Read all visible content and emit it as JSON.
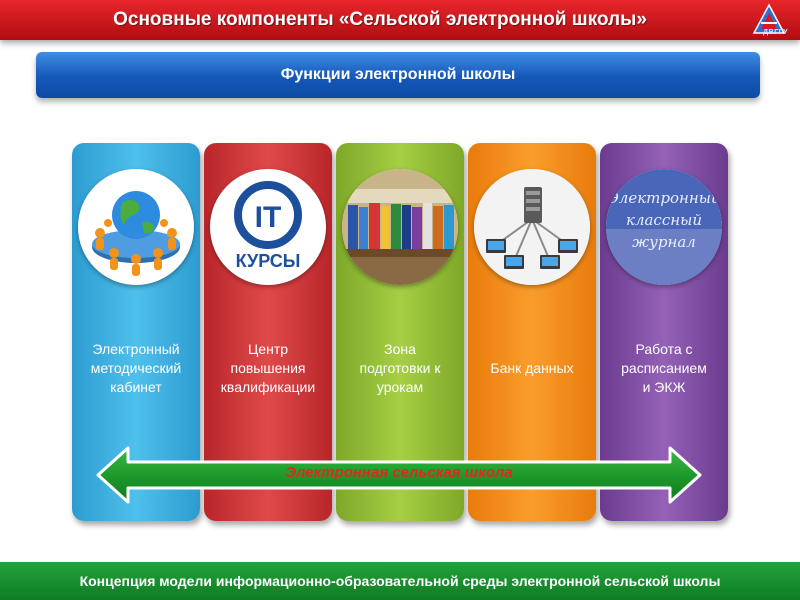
{
  "header": {
    "title": "Основные компоненты «Сельской электронной школы»",
    "logo_text": "ДВГГУ"
  },
  "subtitle": "Функции электронной школы",
  "cards": [
    {
      "label_lines": [
        "Электронный",
        "методический",
        "кабинет"
      ],
      "color": "#3bb0e0",
      "icon": "network-globe-icon"
    },
    {
      "label_lines": [
        "Центр",
        "повышения",
        "квалификации"
      ],
      "color": "#d43c3e",
      "icon": "it-courses-icon",
      "icon_text_top": "IT",
      "icon_text_bottom": "КУРСЫ"
    },
    {
      "label_lines": [
        "Зона",
        "подготовки к",
        "урокам"
      ],
      "color": "#93c23a",
      "icon": "bookshelf-icon"
    },
    {
      "label_lines": [
        "Банк данных"
      ],
      "color": "#f48c1c",
      "icon": "server-network-icon"
    },
    {
      "label_lines": [
        "Работа с",
        "расписанием",
        "и ЭКЖ"
      ],
      "color": "#7f4fa6",
      "icon": "e-journal-icon",
      "icon_text_lines": [
        "Электронный",
        "классный",
        "журнал"
      ]
    }
  ],
  "arrow_label": "Электронная сельская школа",
  "footer": "Концепция модели информационно-образовательной среды электронной сельской школы",
  "colors": {
    "header_red": "#d51c22",
    "subtitle_blue": "#1a5fbf",
    "arrow_green": "#1e9a2c",
    "arrow_text_red": "#e0281e",
    "footer_green": "#179130"
  }
}
